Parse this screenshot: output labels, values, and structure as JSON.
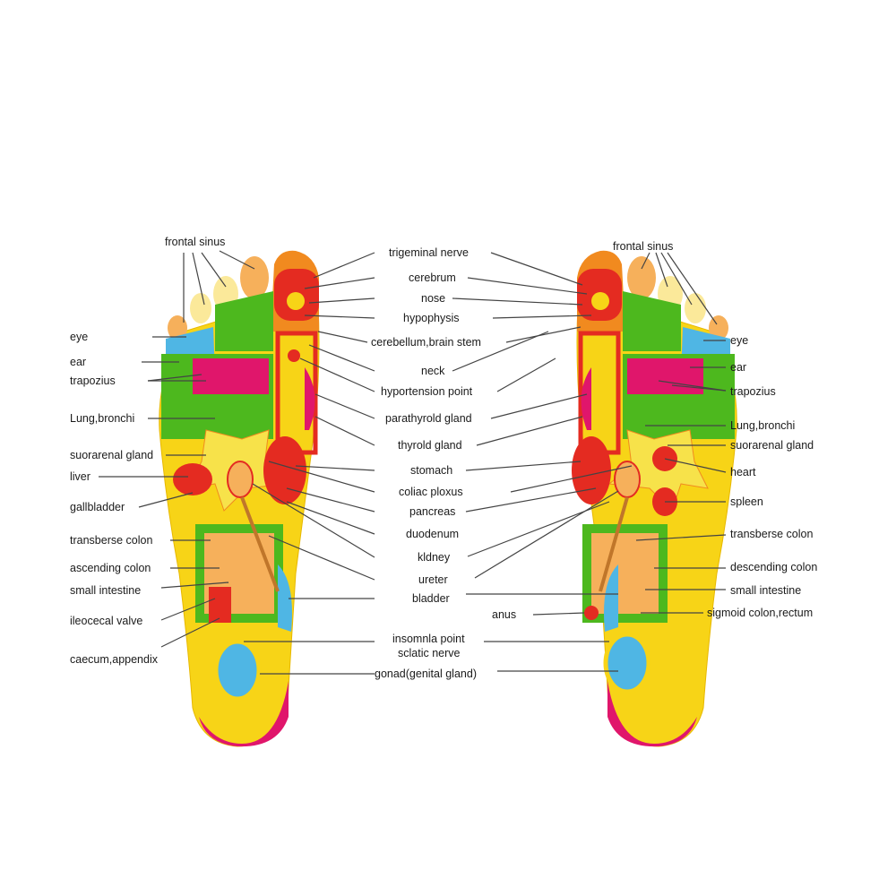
{
  "colors": {
    "yellow": "#f7d417",
    "pale": "#fbe99a",
    "green": "#4db81e",
    "red": "#e42b21",
    "pink": "#e0166b",
    "blue": "#4fb6e4",
    "orange": "#f18a1f",
    "peach": "#f6b05b"
  },
  "left_labels": [
    "frontal sinus",
    "eye",
    "ear",
    "trapozius",
    "Lung,bronchi",
    "suorarenal gland",
    "liver",
    "gallbladder",
    "transberse colon",
    "ascending colon",
    "small intestine",
    "ileocecal valve",
    "caecum,appendix"
  ],
  "center_labels": [
    "trigeminal nerve",
    "cerebrum",
    "nose",
    "hypophysis",
    "cerebellum,brain stem",
    "neck",
    "hyportension point",
    "parathyrold gland",
    "thyrold gland",
    "stomach",
    "coliac ploxus",
    "pancreas",
    "duodenum",
    "kldney",
    "ureter",
    "bladder",
    "insomnla point",
    "sclatic nerve",
    "gonad(genital gland)"
  ],
  "right_labels": [
    "frontal sinus",
    "eye",
    "ear",
    "trapozius",
    "Lung,bronchi",
    "suorarenal gland",
    "heart",
    "spleen",
    "transberse colon",
    "descending colon",
    "small intestine",
    "sigmoid colon,rectum",
    "anus"
  ]
}
